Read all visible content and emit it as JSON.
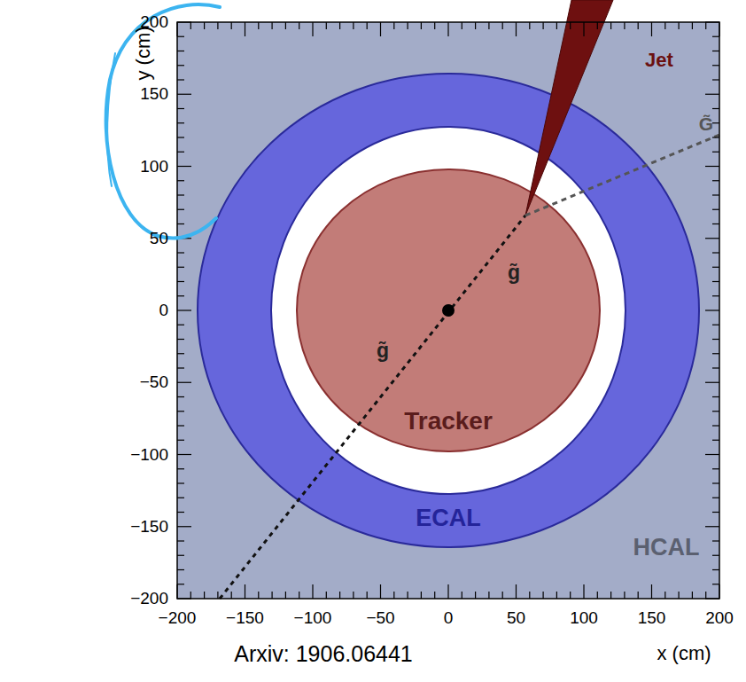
{
  "diagram": {
    "nodes": [
      {
        "text": [
          "HCAL"
        ]
      },
      {
        "text": [
          "ECAL"
        ],
        "in": 0
      },
      {
        "text": [
          "Tracker"
        ],
        "in": 1
      }
    ],
    "labels": [
      "y (cm)",
      "200",
      "150",
      "100",
      "50",
      "0",
      "−50",
      "−100",
      "−150",
      "−200",
      "−200",
      "−150",
      "−100",
      "−50",
      "0",
      "50",
      "100",
      "150",
      "200",
      "x (cm)",
      "Jet",
      "G̃",
      "g̃",
      "g̃",
      "Arxiv: 1906.06441"
    ]
  }
}
